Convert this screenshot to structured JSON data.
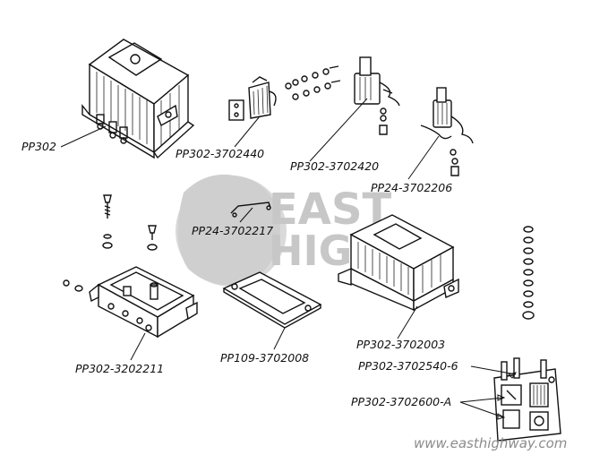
{
  "watermark": {
    "brand_top": "EAST",
    "brand_bottom": "HIGH",
    "site": "www.easthighway.com"
  },
  "parts": [
    {
      "id": "relay-regulator-assembly",
      "label": "PP302"
    },
    {
      "id": "contact-spring-set",
      "label": "PP302-3702440"
    },
    {
      "id": "voltage-relay",
      "label": "PP302-3702420"
    },
    {
      "id": "current-relay",
      "label": "PP24-3702206"
    },
    {
      "id": "bracket-wire",
      "label": "PP24-3702217"
    },
    {
      "id": "cover",
      "label": "PP302-3702003"
    },
    {
      "id": "base",
      "label": "PP302-3202211"
    },
    {
      "id": "gasket",
      "label": "PP109-3702008"
    },
    {
      "id": "terminal-block",
      "label": "PP302-3702540-6"
    },
    {
      "id": "resistor-assembly",
      "label": "PP302-3702600-A"
    }
  ],
  "colors": {
    "ink": "#111111",
    "watermark": "#9a9a9a"
  }
}
